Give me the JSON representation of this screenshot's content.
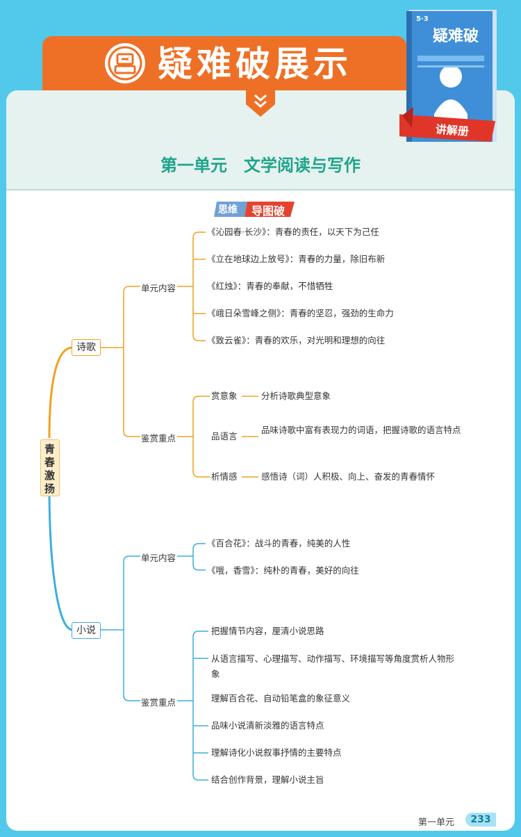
{
  "header": {
    "title": "疑难破展示",
    "book_title": "疑难破",
    "book_ribbon": "讲解册",
    "book_logo": "5·3"
  },
  "unit_title": "第一单元　文学阅读与写作",
  "tag": {
    "left": "思维",
    "right": "导图破"
  },
  "mindmap": {
    "root": "青春激扬",
    "poetry": {
      "label": "诗歌",
      "content_label": "单元内容",
      "content_items": [
        "《沁园春·长沙》：青春的责任，以天下为己任",
        "《立在地球边上放号》：青春的力量，除旧布新",
        "《红烛》：青春的奉献，不惜牺牲",
        "《峨日朵雪峰之侧》：青春的坚忍，强劲的生命力",
        "《致云雀》：青春的欢乐，对光明和理想的向往"
      ],
      "appreciation_label": "鉴赏重点",
      "appreciation_items": [
        {
          "key": "赏意象",
          "value": "分析诗歌典型意象"
        },
        {
          "key": "品语言",
          "value": "品味诗歌中富有表现力的词语，把握诗歌的语言特点"
        },
        {
          "key": "析情感",
          "value": "感悟诗（词）人积极、向上、奋发的青春情怀"
        }
      ]
    },
    "novel": {
      "label": "小说",
      "content_label": "单元内容",
      "content_items": [
        "《百合花》：战斗的青春，纯美的人性",
        "《哦，香雪》：纯朴的青春，美好的向往"
      ],
      "appreciation_label": "鉴赏重点",
      "appreciation_items": [
        "把握情节内容，厘清小说思路",
        "从语言描写、心理描写、动作描写、环境描写等角度赏析人物形象",
        "理解百合花、自动铅笔盒的象征意义",
        "品味小说清新淡雅的语言特点",
        "理解诗化小说叙事抒情的主要特点",
        "结合创作背景，理解小说主旨"
      ]
    }
  },
  "footer": {
    "unit": "第一单元",
    "page": "233"
  },
  "colors": {
    "poetry": "#f0a020",
    "novel": "#3aaee0",
    "root": "#fdeecb",
    "accent": "#ee7026",
    "title": "#1fa48b"
  }
}
